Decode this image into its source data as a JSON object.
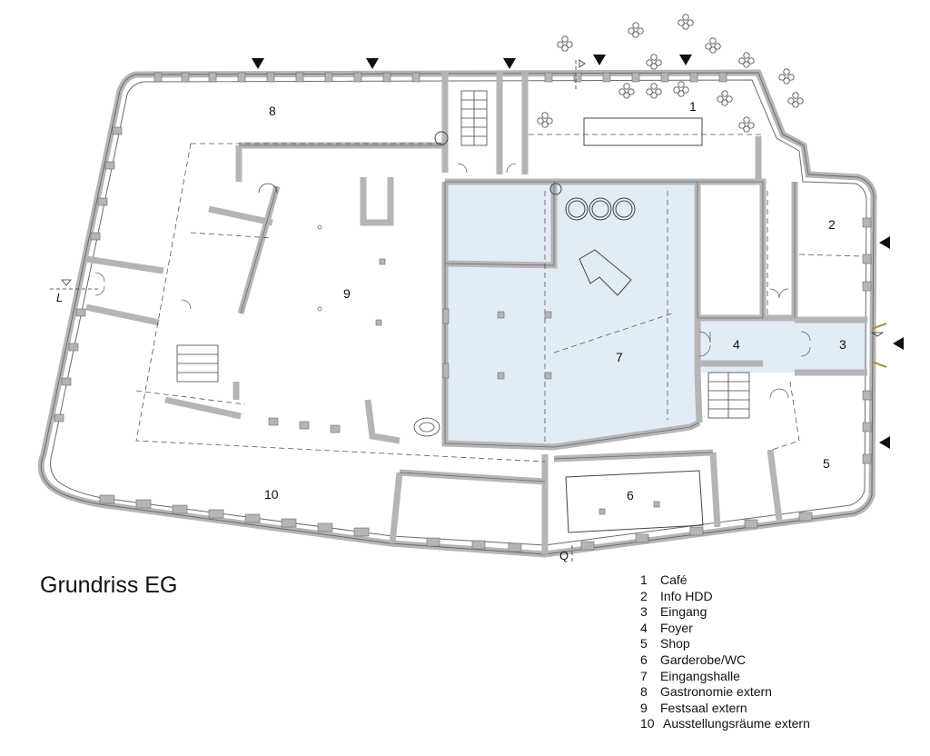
{
  "title": "Grundriss EG",
  "colors": {
    "wall": "#b5b5b5",
    "wall_stroke": "#6b6b6b",
    "highlight": "#e2ecf7",
    "line": "#555555"
  },
  "rooms": [
    {
      "num": "1",
      "name": "Café"
    },
    {
      "num": "2",
      "name": "Info HDD"
    },
    {
      "num": "3",
      "name": "Eingang"
    },
    {
      "num": "4",
      "name": "Foyer"
    },
    {
      "num": "5",
      "name": "Shop"
    },
    {
      "num": "6",
      "name": "Garderobe/WC"
    },
    {
      "num": "7",
      "name": "Eingangshalle"
    },
    {
      "num": "8",
      "name": "Gastronomie extern"
    },
    {
      "num": "9",
      "name": "Festsaal extern"
    },
    {
      "num": "10",
      "name": "Ausstellungsräume extern"
    }
  ],
  "section_cuts": [
    "L",
    "Q"
  ],
  "icons": [
    "entrance-arrow-icon",
    "tree-icon",
    "section-marker-icon"
  ]
}
